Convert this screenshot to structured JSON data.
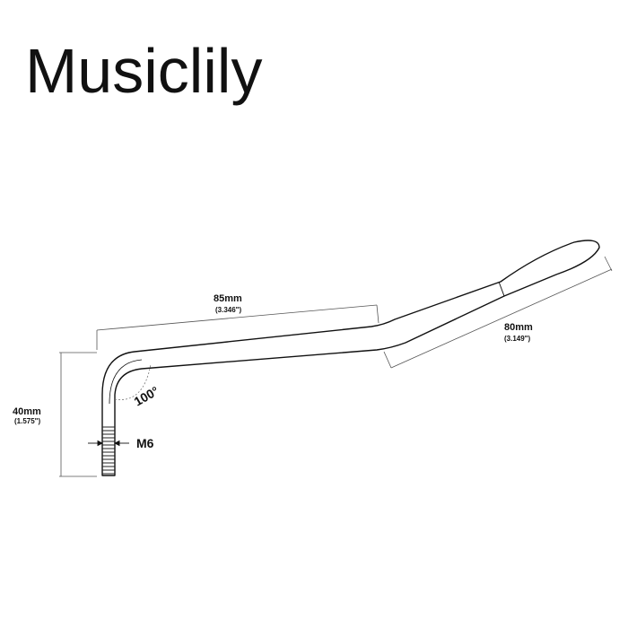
{
  "brand": "Musiclily",
  "dimensions": {
    "arm_length": {
      "metric": "85mm",
      "imperial": "(3.346\")"
    },
    "tip_length": {
      "metric": "80mm",
      "imperial": "(3.149\")"
    },
    "height": {
      "metric": "40mm",
      "imperial": "(1.575\")"
    },
    "angle": "100°",
    "thread": "M6"
  },
  "colors": {
    "line": "#111111",
    "dimension_line": "#555555",
    "background": "#ffffff"
  }
}
